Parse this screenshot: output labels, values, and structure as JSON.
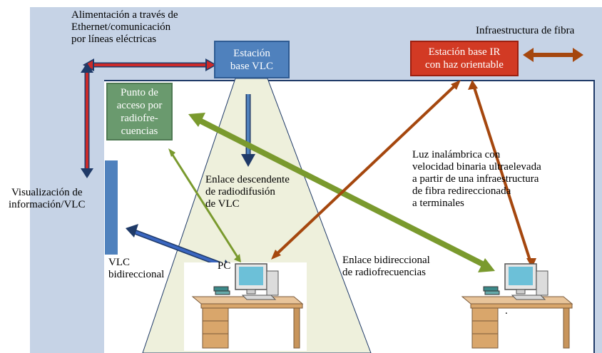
{
  "labels": {
    "power_line": [
      "Alimentación a través de",
      "Ethernet/comunicación",
      "por líneas eléctricas"
    ],
    "fiber": "Infraestructura de fibra",
    "display": [
      "Visualización de",
      "información/VLC"
    ],
    "vlc_bidir": [
      "VLC",
      "bidireccional"
    ],
    "pc": "PC",
    "downlink": [
      "Enlace descendente",
      "de radiodifusión",
      "de VLC"
    ],
    "wireless_light": [
      "Luz inalámbrica con",
      "velocidad binaria ultraelevada",
      "a partir de una infraestructura",
      "de fibra redireccionada",
      "a terminales"
    ],
    "rf_bidir": [
      "Enlace bidireccional",
      "de radiofrecuencias"
    ],
    "period": "."
  },
  "boxes": {
    "vlc_station": [
      "Estación",
      "base VLC"
    ],
    "ir_station": [
      "Estación base IR",
      "con haz orientable"
    ],
    "rf_access": [
      "Punto de",
      "acceso por",
      "radiofre-",
      "cuencias"
    ]
  },
  "colors": {
    "background_panel": "#c6d3e6",
    "vlc_blue": "#4f81bd",
    "ir_red": "#d23a24",
    "rf_green": "#6a9a6e",
    "fiber_brown": "#a5470e",
    "arrow_green": "#7a9a2e",
    "arrow_red": "#cc2a2a",
    "arrow_navy": "#2a4fa0",
    "light_cone": "#eef0dc"
  },
  "icons": [
    "desktop-computer-icon",
    "desktop-computer-icon"
  ]
}
